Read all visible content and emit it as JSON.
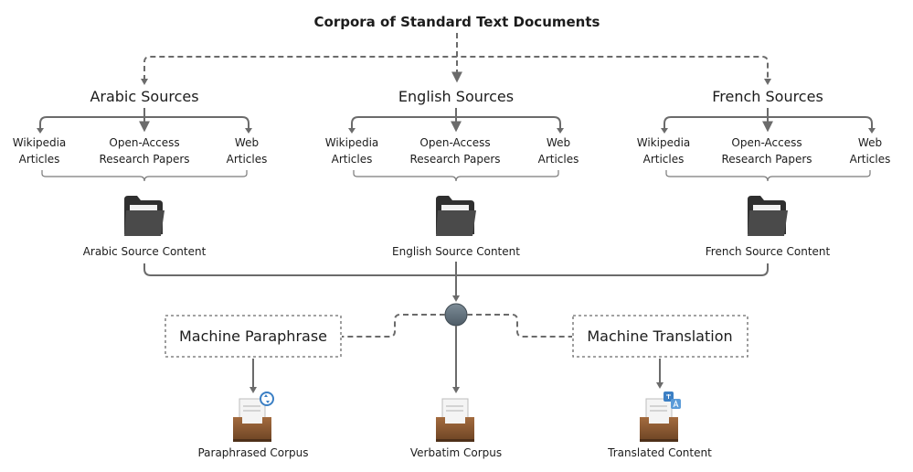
{
  "title": "Corpora of Standard Text Documents",
  "languages": [
    {
      "heading": "Arabic Sources",
      "sources": [
        {
          "line1": "Wikipedia",
          "line2": "Articles"
        },
        {
          "line1": "Open-Access",
          "line2": "Research Papers"
        },
        {
          "line1": "Web",
          "line2": "Articles"
        }
      ],
      "content_label": "Arabic Source Content",
      "icon": "folder-icon"
    },
    {
      "heading": "English Sources",
      "sources": [
        {
          "line1": "Wikipedia",
          "line2": "Articles"
        },
        {
          "line1": "Open-Access",
          "line2": "Research Papers"
        },
        {
          "line1": "Web",
          "line2": "Articles"
        }
      ],
      "content_label": "English Source Content",
      "icon": "folder-icon"
    },
    {
      "heading": "French Sources",
      "sources": [
        {
          "line1": "Wikipedia",
          "line2": "Articles"
        },
        {
          "line1": "Open-Access",
          "line2": "Research Papers"
        },
        {
          "line1": "Web",
          "line2": "Articles"
        }
      ],
      "content_label": "French Source Content",
      "icon": "folder-icon"
    }
  ],
  "processes": {
    "paraphrase": "Machine Paraphrase",
    "translation": "Machine Translation"
  },
  "outputs": {
    "paraphrased": "Paraphrased Corpus",
    "verbatim": "Verbatim Corpus",
    "translated": "Translated Content"
  },
  "colors": {
    "line": "#6b6b6b",
    "hub": "#5f6e7a",
    "folder": "#3c3c3c",
    "tray": "#8a5a35",
    "badge": "#3b7fc4"
  }
}
